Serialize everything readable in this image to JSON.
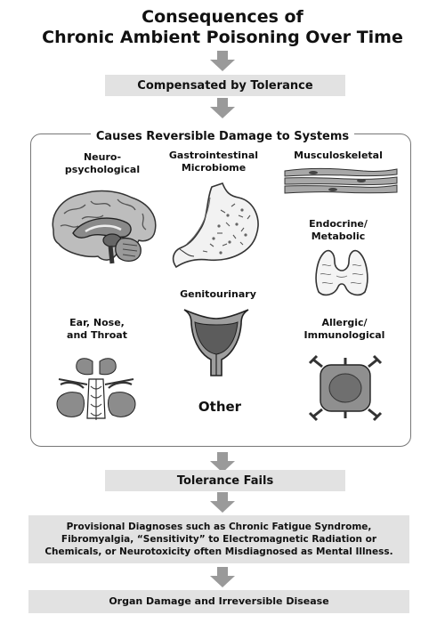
{
  "title": {
    "line1": "Consequences of",
    "line2": "Chronic Ambient Poisoning Over Time"
  },
  "steps": {
    "compensated": "Compensated by Tolerance",
    "reversible": "Causes Reversible Damage to Systems",
    "tolerance_fails": "Tolerance Fails",
    "provisional": {
      "line1": "Provisional Diagnoses such as Chronic Fatigue Syndrome,",
      "line2": "Fibromyalgia, “Sensitivity” to Electromagnetic Radiation or",
      "line3": "Chemicals, or Neurotoxicity often Misdiagnosed as Mental Illness."
    },
    "organ_damage": "Organ Damage and Irreversible Disease"
  },
  "systems": {
    "neuro": {
      "line1": "Neuro-",
      "line2": "psychological",
      "icon": "brain-icon"
    },
    "gi": {
      "line1": "Gastrointestinal",
      "line2": "Microbiome",
      "icon": "stomach-icon"
    },
    "musculo": {
      "line1": "Musculoskeletal",
      "icon": "muscle-fiber-icon"
    },
    "endocrine": {
      "line1": "Endocrine/",
      "line2": "Metabolic",
      "icon": "thyroid-icon"
    },
    "genito": {
      "line1": "Genitourinary",
      "icon": "bladder-icon"
    },
    "ent": {
      "line1": "Ear, Nose,",
      "line2": "and Throat",
      "icon": "sinus-icon"
    },
    "allergic": {
      "line1": "Allergic/",
      "line2": "Immunological",
      "icon": "immune-cell-icon"
    },
    "other": "Other"
  },
  "colors": {
    "bar_fill": "#e2e2e2",
    "arrow_fill": "#9a9a9a",
    "frame_stroke": "#777777"
  }
}
